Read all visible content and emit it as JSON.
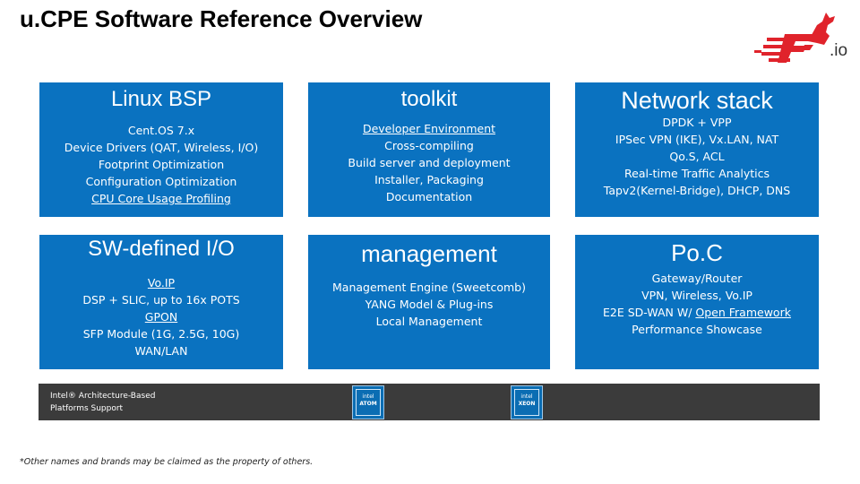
{
  "title": "u.CPE Software Reference Overview",
  "logo": {
    "suffix": ".io"
  },
  "colors": {
    "panel": "#0a72c0",
    "intel_bar": "#3b3b3b",
    "logo_red": "#e0232b"
  },
  "panels": [
    {
      "heading": "Linux BSP",
      "lines": [
        {
          "text": "Cent.OS 7.x",
          "underline": false
        },
        {
          "text": "Device Drivers (QAT, Wireless, I/O)",
          "underline": false
        },
        {
          "text": "Footprint Optimization",
          "underline": false
        },
        {
          "text": "Configuration Optimization",
          "underline": false
        },
        {
          "text": "CPU Core Usage Profiling",
          "underline": true
        }
      ]
    },
    {
      "heading": "toolkit",
      "lines": [
        {
          "text": "Developer Environment",
          "underline": true
        },
        {
          "text": "Cross-compiling",
          "underline": false
        },
        {
          "text": "Build server and deployment",
          "underline": false
        },
        {
          "text": "Installer, Packaging",
          "underline": false
        },
        {
          "text": "Documentation",
          "underline": false
        }
      ]
    },
    {
      "heading": "Network stack",
      "lines": [
        {
          "text": "DPDK + VPP",
          "underline": false
        },
        {
          "text": "IPSec VPN (IKE), Vx.LAN, NAT",
          "underline": false
        },
        {
          "text": "Qo.S, ACL",
          "underline": false
        },
        {
          "text": "Real-time Traffic Analytics",
          "underline": false
        },
        {
          "text": "Tapv2(Kernel-Bridge), DHCP, DNS",
          "underline": false
        }
      ]
    },
    {
      "heading": "SW-defined I/O",
      "lines": [
        {
          "text": "Vo.IP",
          "underline": true
        },
        {
          "text": "DSP + SLIC, up to 16x POTS",
          "underline": false
        },
        {
          "text": "GPON",
          "underline": true
        },
        {
          "text": "SFP Module (1G, 2.5G, 10G)",
          "underline": false
        },
        {
          "text": "WAN/LAN",
          "underline": false
        }
      ]
    },
    {
      "heading": "management",
      "lines": [
        {
          "text": "Management Engine (Sweetcomb)",
          "underline": false
        },
        {
          "text": "YANG Model & Plug-ins",
          "underline": false
        },
        {
          "text": "Local Management",
          "underline": false
        }
      ]
    },
    {
      "heading": "Po.C",
      "lines": [
        {
          "text": "Gateway/Router",
          "underline": false
        },
        {
          "text": "VPN, Wireless, Vo.IP",
          "underline": false
        },
        {
          "text": "E2E SD-WAN W/ ",
          "underline": false,
          "suffix": "Open Framework"
        },
        {
          "text": "Performance Showcase",
          "underline": false
        }
      ]
    }
  ],
  "intel": {
    "line1": "Intel® Architecture-Based",
    "line2": "Platforms Support",
    "badges": [
      {
        "name": "atom-badge",
        "text1": "intel",
        "text2": "ATOM"
      },
      {
        "name": "xeon-badge",
        "text1": "intel",
        "text2": "XEON"
      }
    ]
  },
  "footnote": "*Other names and brands may be claimed as the property of others."
}
